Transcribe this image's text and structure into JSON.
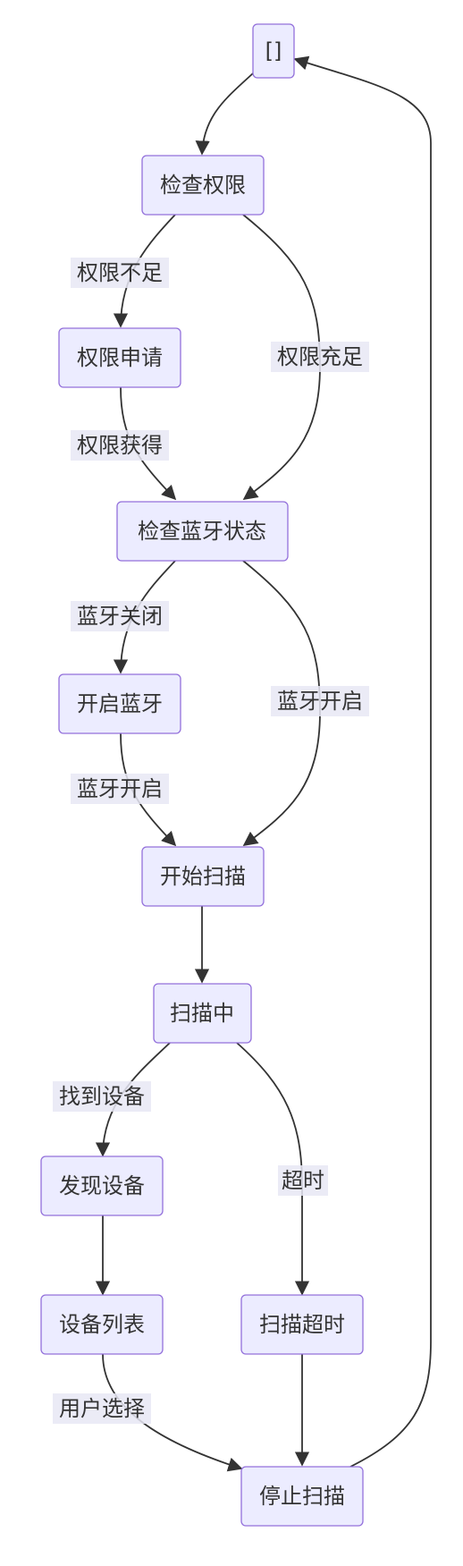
{
  "nodes": {
    "start": "[]",
    "check_permission": "检查权限",
    "request_permission": "权限申请",
    "check_bluetooth": "检查蓝牙状态",
    "enable_bluetooth": "开启蓝牙",
    "start_scan": "开始扫描",
    "scanning": "扫描中",
    "device_found": "发现设备",
    "device_list": "设备列表",
    "scan_timeout": "扫描超时",
    "stop_scan": "停止扫描"
  },
  "edges": {
    "permission_denied": "权限不足",
    "permission_granted": "权限获得",
    "permission_sufficient": "权限充足",
    "bluetooth_off": "蓝牙关闭",
    "bluetooth_on_after_enable": "蓝牙开启",
    "bluetooth_on": "蓝牙开启",
    "device_located": "找到设备",
    "timeout": "超时",
    "user_select": "用户选择"
  }
}
